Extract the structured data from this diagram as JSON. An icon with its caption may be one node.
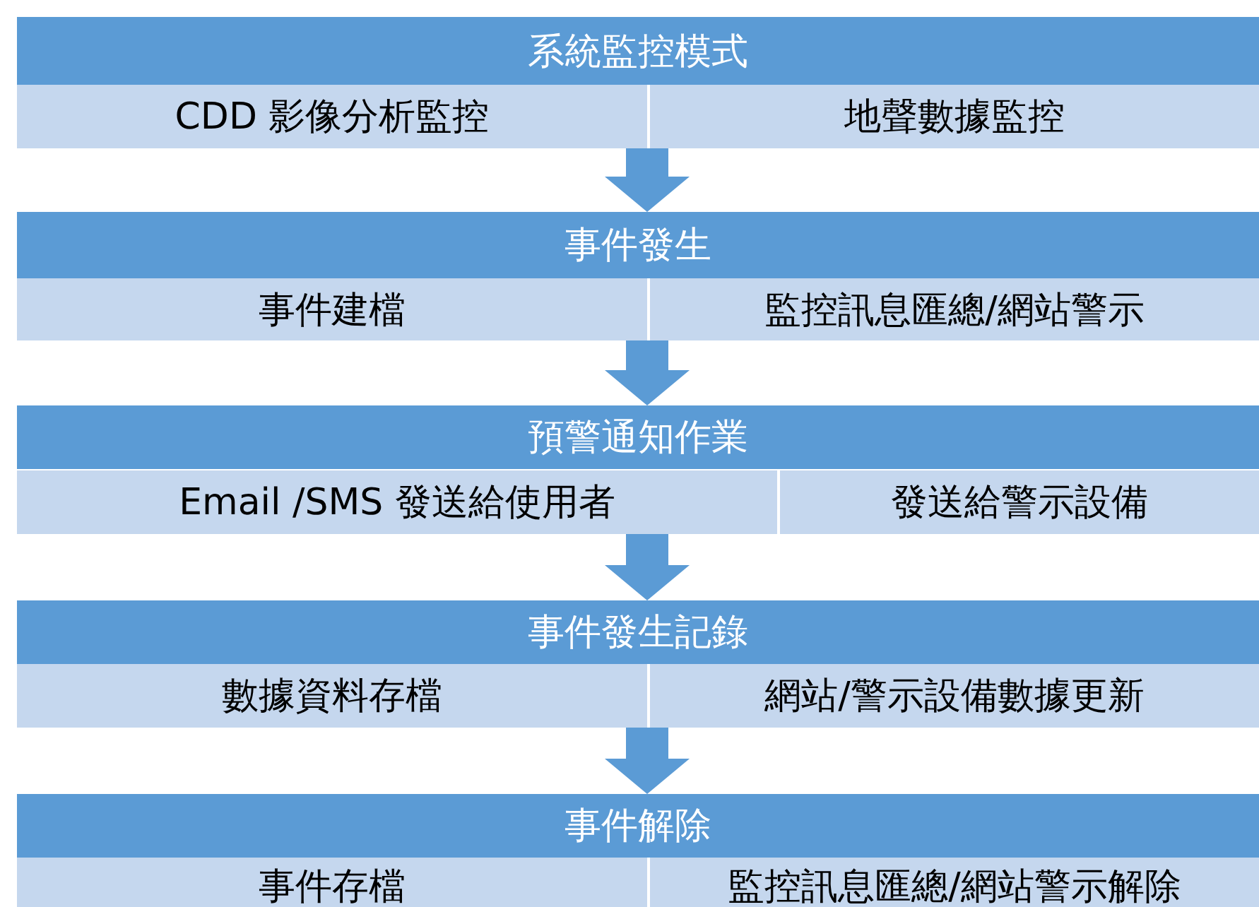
{
  "diagram": {
    "nodes": [
      {
        "text": [
          "系統監控模式"
        ]
      },
      {
        "text": [
          "CDD 影像分析監控"
        ]
      },
      {
        "text": [
          "地聲數據監控"
        ]
      },
      {
        "text": [
          "事件發生"
        ]
      },
      {
        "text": [
          "事件建檔"
        ]
      },
      {
        "text": [
          "監控訊息匯總/網站警示"
        ]
      },
      {
        "text": [
          "預警通知作業"
        ]
      },
      {
        "text": [
          "Email /SMS 發送給使用者"
        ]
      },
      {
        "text": [
          "發送給警示設備"
        ]
      },
      {
        "text": [
          "事件發生記錄"
        ]
      },
      {
        "text": [
          "數據資料存檔"
        ]
      },
      {
        "text": [
          "網站/警示設備數據更新"
        ]
      },
      {
        "text": [
          "事件解除"
        ]
      },
      {
        "text": [
          "事件存檔"
        ]
      },
      {
        "text": [
          "監控訊息匯總/網站警示解除"
        ]
      }
    ],
    "edges": [
      {
        "from": 1,
        "to": 3,
        "arrow": "to"
      },
      {
        "from": 4,
        "to": 6,
        "arrow": "to"
      },
      {
        "from": 7,
        "to": 9,
        "arrow": "to"
      },
      {
        "from": 10,
        "to": 12,
        "arrow": "to"
      }
    ]
  }
}
